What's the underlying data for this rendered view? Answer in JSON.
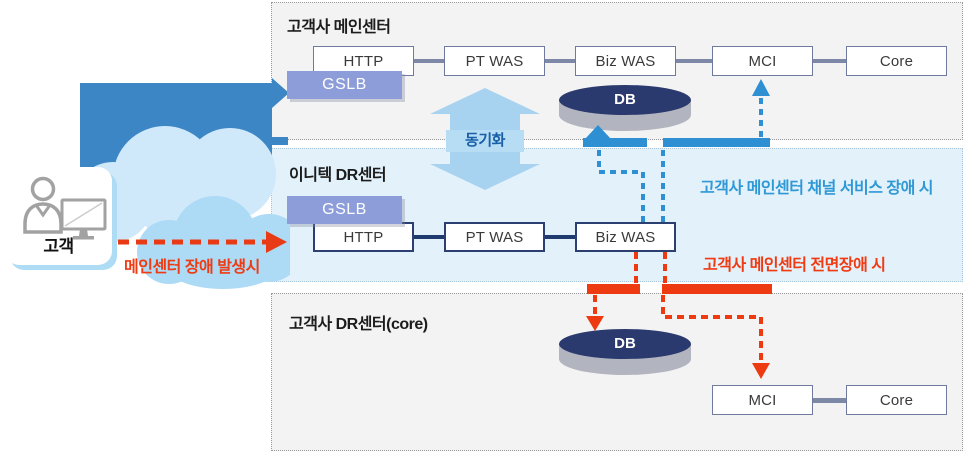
{
  "diagram": {
    "client": {
      "label": "고객",
      "failover_label": "메인센터 장애 발생시"
    },
    "sync_label": "동기화",
    "sections": [
      {
        "id": "main-center",
        "title": "고객사 메인센터",
        "gslb": "GSLB",
        "db": "DB",
        "nodes": [
          "HTTP",
          "PT WAS",
          "Biz WAS",
          "MCI",
          "Core"
        ]
      },
      {
        "id": "initech-dr-center",
        "title": "이니텍 DR센터",
        "gslb": "GSLB",
        "nodes": [
          "HTTP",
          "PT WAS",
          "Biz WAS"
        ]
      },
      {
        "id": "customer-dr-center",
        "title": "고객사 DR센터(core)",
        "db": "DB",
        "nodes": [
          "MCI",
          "Core"
        ]
      }
    ],
    "annotations": {
      "channel_failure": "고객사 메인센터 채널 서비스 장애 시",
      "full_failure": "고객사 메인센터 전면장애 시"
    },
    "colors": {
      "blue_flow": "#2e8fd2",
      "red_flow": "#ee3a10",
      "annotation_blue": "#2f99d6",
      "annotation_red": "#f03a12",
      "gslb_fill": "#8c9dd9",
      "sync_arrow_fill": "#a8d3f0",
      "traffic_arrow_fill": "#3c86c6",
      "cloud_light": "#cfe9fa",
      "cloud_mid": "#addaf5",
      "section_gray": "#f3f3f4",
      "section_blue": "#e3f1fb",
      "db_top": "#2b3a6e",
      "db_side": "#b2b5bf"
    }
  }
}
